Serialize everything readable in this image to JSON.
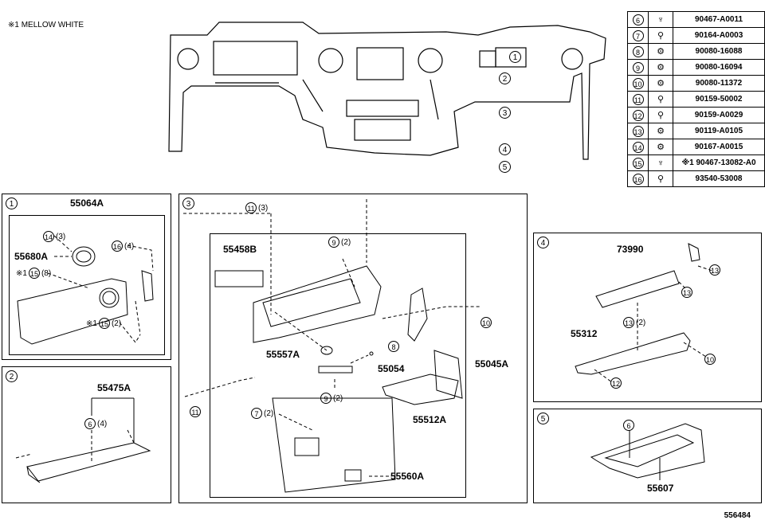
{
  "note": "※1 MELLOW WHITE",
  "figure_id": "556484",
  "overview_callouts": [
    "1",
    "2",
    "3",
    "4",
    "5"
  ],
  "reference_table": [
    {
      "num": "6",
      "part": "90467-A0011"
    },
    {
      "num": "7",
      "part": "90164-A0003"
    },
    {
      "num": "8",
      "part": "90080-16088"
    },
    {
      "num": "9",
      "part": "90080-16094"
    },
    {
      "num": "10",
      "part": "90080-11372"
    },
    {
      "num": "11",
      "part": "90159-50002"
    },
    {
      "num": "12",
      "part": "90159-A0029"
    },
    {
      "num": "13",
      "part": "90119-A0105"
    },
    {
      "num": "14",
      "part": "90167-A0015"
    },
    {
      "num": "15",
      "part": "※1 90467-13082-A0"
    },
    {
      "num": "16",
      "part": "93540-53008"
    }
  ],
  "panels": {
    "p1": {
      "num": "1",
      "part": "55064A",
      "label_55680A": "55680A",
      "tag14": "(3)",
      "tag15a": "(8)",
      "tag16": "(4)",
      "tag15b": "(2)",
      "mark": "※1"
    },
    "p2": {
      "num": "2",
      "part": "55475A",
      "tag6": "(4)"
    },
    "p3": {
      "num": "3",
      "p55458B": "55458B",
      "p55557A": "55557A",
      "p55054": "55054",
      "p55045A": "55045A",
      "p55512A": "55512A",
      "p55560A": "55560A",
      "tag11a": "(3)",
      "tag9a": "(2)",
      "tag9b": "(2)",
      "tag7": "(2)"
    },
    "p4": {
      "num": "4",
      "p73990": "73990",
      "p55312": "55312",
      "tag13": "(2)"
    },
    "p5": {
      "num": "5",
      "p55607": "55607"
    }
  }
}
